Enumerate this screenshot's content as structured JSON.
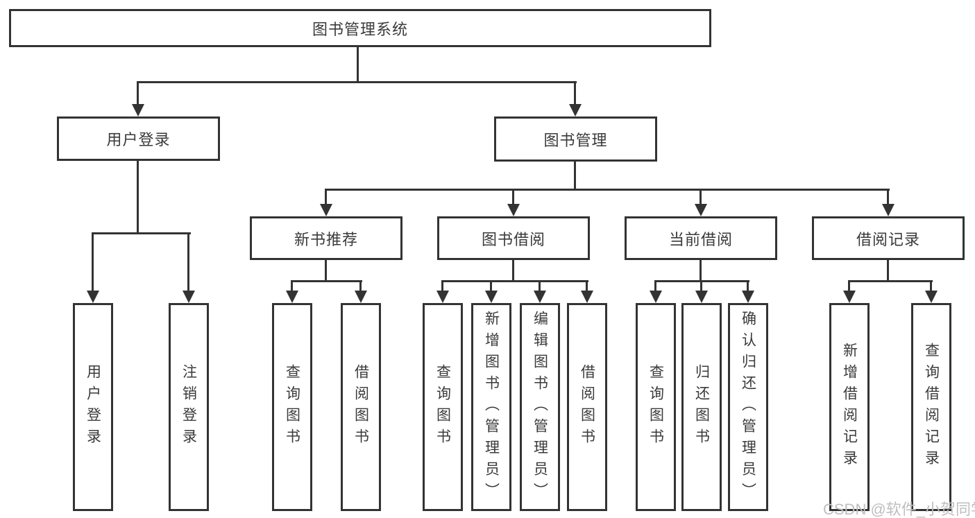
{
  "diagram": {
    "title": "图书管理系统",
    "root": {
      "label": "图书管理系统",
      "children": [
        {
          "label": "用户登录",
          "children": [
            {
              "label": "用户登录"
            },
            {
              "label": "注销登录"
            }
          ]
        },
        {
          "label": "图书管理",
          "children": [
            {
              "label": "新书推荐",
              "children": [
                {
                  "label": "查询图书"
                },
                {
                  "label": "借阅图书"
                }
              ]
            },
            {
              "label": "图书借阅",
              "children": [
                {
                  "label": "查询图书"
                },
                {
                  "label": "新增图书（管理员）"
                },
                {
                  "label": "编辑图书（管理员）"
                },
                {
                  "label": "借阅图书"
                }
              ]
            },
            {
              "label": "当前借阅",
              "children": [
                {
                  "label": "查询图书"
                },
                {
                  "label": "归还图书"
                },
                {
                  "label": "确认归还（管理员）"
                }
              ]
            },
            {
              "label": "借阅记录",
              "children": [
                {
                  "label": "新增借阅记录"
                },
                {
                  "label": "查询借阅记录"
                }
              ]
            }
          ]
        }
      ]
    },
    "watermark": "CSDN @软件_小贺同学",
    "colors": {
      "line": "#333333",
      "text": "#3a3a3a",
      "watermark": "#bfbfbf",
      "background": "#ffffff"
    }
  }
}
